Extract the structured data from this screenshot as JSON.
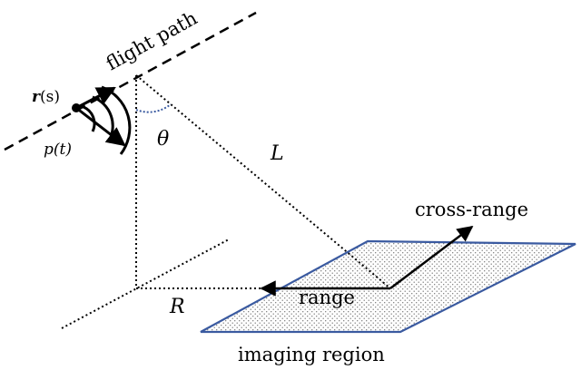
{
  "labels": {
    "flight_path": "flight path",
    "position_vector": "r",
    "position_arg": "(s)",
    "pulse": "p(t)",
    "angle": "θ",
    "slant_range": "L",
    "ground_range": "R",
    "cross_range": "cross-range",
    "range": "range",
    "imaging_region": "imaging region"
  },
  "colors": {
    "line": "#000000",
    "region_border": "#3a5aa0",
    "region_fill_dots": "#777777",
    "angle_arc": "#3a5aa0"
  }
}
